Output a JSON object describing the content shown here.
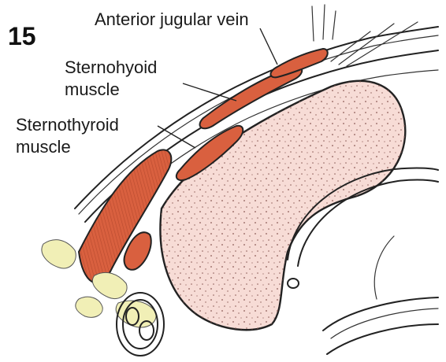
{
  "figure": {
    "number": "15",
    "labels": {
      "anterior_jugular_vein": "Anterior jugular vein",
      "sternohyoid_line1": "Sternohyoid",
      "sternohyoid_line2": "muscle",
      "sternothyroid_line1": "Sternothyroid",
      "sternothyroid_line2": "muscle"
    }
  },
  "colors": {
    "muscle": "#d9603f",
    "muscle_stripe": "#b84a2e",
    "thyroid": "#f7dcd6",
    "thyroid_dots": "#8a5a55",
    "fat": "#f1efb6",
    "outline": "#222222"
  }
}
